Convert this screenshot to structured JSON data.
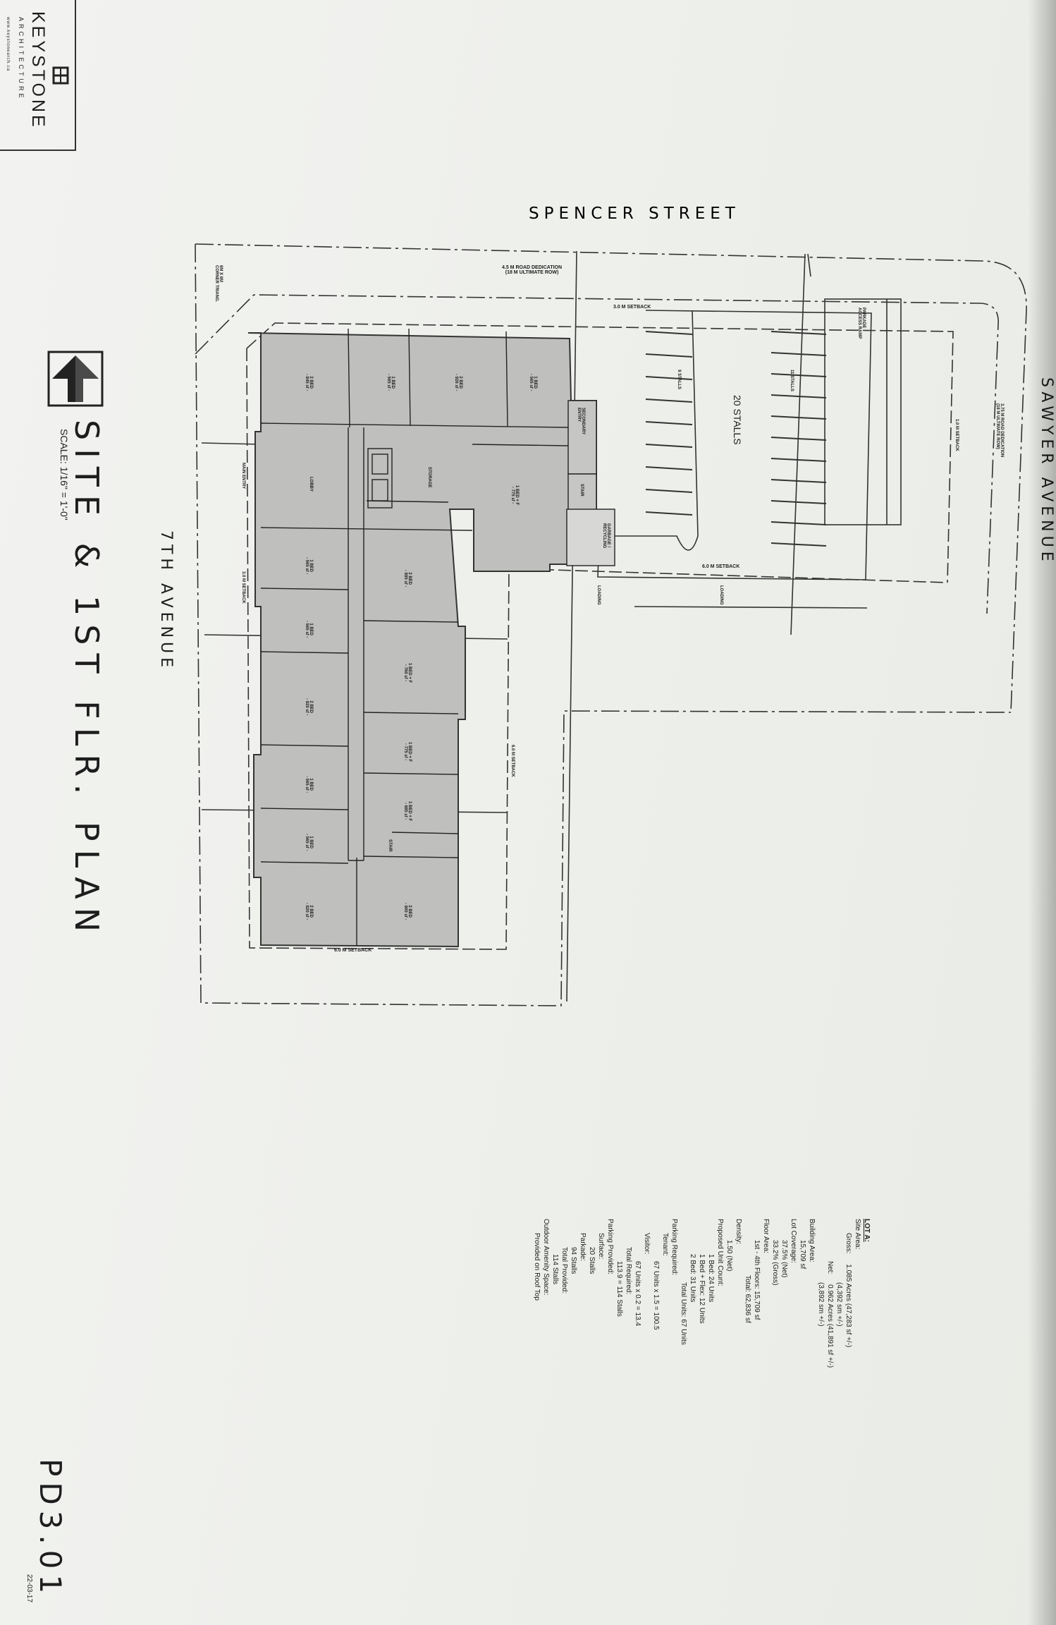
{
  "sheet": {
    "firm_name": "KEYSTONE",
    "firm_tagline": "ARCHITECTURE",
    "firm_url": "www.keystonearch.ca",
    "title": "SITE & 1ST FLR. PLAN",
    "scale": "SCALE: 1/16\" = 1'-0\"",
    "sheet_number": "PD3.01",
    "date": "22-03-17"
  },
  "streets": {
    "north": "SPENCER STREET",
    "east": "SAWYER AVENUE",
    "west": "7TH AVENUE"
  },
  "annotations": {
    "road_dedication_spencer_1": "4.5 M ROAD DEDICATION",
    "road_dedication_spencer_2": "(18 M ULTIMATE ROW)",
    "road_dedication_sawyer_1": "3.75 M ROAD DEDICATION",
    "road_dedication_sawyer_2": "(18 M ULTIMATE ROW)",
    "corner_cut_1": "6M X 6M",
    "corner_cut_2": "CORNER TRIANG.",
    "setback_spencer": "3.0 M SETBACK",
    "setback_sawyer": "1.0 M SETBACK",
    "setback_lane": "6.0 M SETBACK",
    "setback_west": "3.0 M SETBACK",
    "setback_interior": "6.0 M SETBACK",
    "setback_south": "6.0 M SETBACK",
    "parkade_ramp_1": "PARKADE",
    "parkade_ramp_2": "ACCESS RAMP",
    "stalls_total": "20 STALLS",
    "stalls_row_a": "9 STALLS",
    "stalls_row_b": "11 STALLS",
    "loading_1": "LOADING",
    "loading_2": "LOADING",
    "main_entry": "MAIN ENTRY",
    "secondary_entry": "SECONDARY ENTRY",
    "garbage": "GARBAGE / RECYCLING",
    "stair_north": "STAIR",
    "stair_south": "STAIR",
    "lobby": "LOBBY",
    "storage": "STORAGE"
  },
  "units": [
    {
      "type": "2 BED",
      "area": "- 845 sf -"
    },
    {
      "type": "1 BED",
      "area": "- 565 sf -"
    },
    {
      "type": "2 BED",
      "area": "- 926 sf -"
    },
    {
      "type": "1 BED",
      "area": "- 565 sf -"
    },
    {
      "type": "1 BED + F",
      "area": "- 775 sf -"
    },
    {
      "type": "1 BED",
      "area": "- 565 sf -"
    },
    {
      "type": "1 BED",
      "area": "- 565 sf -"
    },
    {
      "type": "2 BED",
      "area": "- 920 sf -"
    },
    {
      "type": "1 BED",
      "area": "- 565 sf -"
    },
    {
      "type": "1 BED",
      "area": "- 565 sf -"
    },
    {
      "type": "2 BED",
      "area": "- 820 sf -"
    },
    {
      "type": "2 BED",
      "area": "- 895 sf -"
    },
    {
      "type": "1 BED + F",
      "area": "- 760 sf -"
    },
    {
      "type": "1 BED + F",
      "area": "- 775 sf -"
    },
    {
      "type": "1 BED + F",
      "area": "- 685 sf -"
    },
    {
      "type": "2 BED",
      "area": "- 900 sf -"
    }
  ],
  "stats": {
    "heading": "LOT A:",
    "l1": "Site Area:",
    "l2": "Gross:",
    "l2v1": "1.085 Acres (47,283 sf +/-)",
    "l2v2": "(4,392 sm +/-)",
    "l3": "Net:",
    "l3v1": "0.962 Acres (41,891 sf +/-)",
    "l3v2": "(3,892 sm +/-)",
    "l4": "Building Area:",
    "l4v": "15,709 sf",
    "l5": "Lot Coverage:",
    "l5v1": "37.5% (Net)",
    "l5v2": "33.2% (Gross)",
    "l6": "Floor Area:",
    "l6v1": "1st - 4th Floors: 15,709 sf",
    "l6v2": "Total: 62,836 sf",
    "l7": "Density:",
    "l7v": "1.50 (Net)",
    "l8": "Proposed Unit Count:",
    "l8v1": "1 Bed: 24 Units",
    "l8v2": "1 Bed + Flex: 12 Units",
    "l8v3": "2 Bed: 31 Units",
    "l8v4": "Total Units: 67 Units",
    "l9": "Parking Required:",
    "l9a": "Tenant:",
    "l9av": "67 Units x 1.5 = 100.5",
    "l9b": "Visitor:",
    "l9bv": "67 Units x 0.2 = 13.4",
    "l9c": "Total Required:",
    "l9cv": "113.9 = 114 Stalls",
    "l10": "Parking Provided:",
    "l10a": "Surface:",
    "l10av": "20 Stalls",
    "l10b": "Parkade:",
    "l10bv": "94 Stalls",
    "l10c": "Total Provided:",
    "l10cv": "114 Stalls",
    "l11": "Outdoor Amenity Space:",
    "l11v": "Provided on Roof Top"
  }
}
